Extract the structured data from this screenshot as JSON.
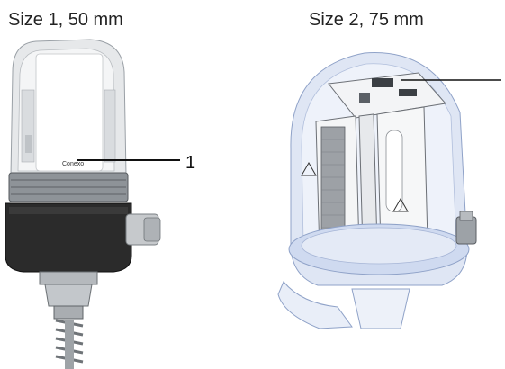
{
  "figure": {
    "size1": {
      "label": "Size 1, 50 mm",
      "callout": "1",
      "logo_text": "Conexo"
    },
    "size2": {
      "label": "Size 2, 75 mm"
    }
  },
  "colors": {
    "text": "#222222",
    "callout_line": "#111111",
    "dome_clear": "#dfe6ee",
    "dome_blue": "#c9d6f2",
    "body_dark": "#2b2b2b",
    "metal": "#b9bcbf"
  }
}
